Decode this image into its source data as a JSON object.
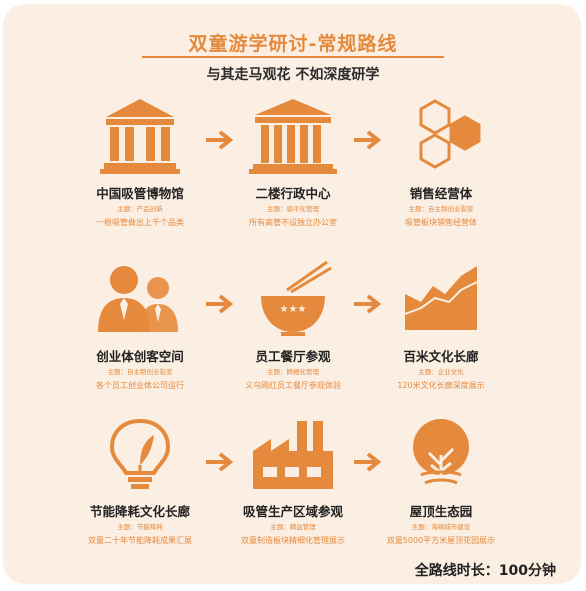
{
  "title": "双童游学研讨-常规路线",
  "subtitle": "与其走马观花 不如深度研学",
  "stations": [
    {
      "name": "中国吸管博物馆",
      "theme": "主题：产品创新",
      "desc": "一根吸管做出上千个品类",
      "icon": "museum-icon"
    },
    {
      "name": "二楼行政中心",
      "theme": "主题：扁平化管理",
      "desc": "所有高管不设独立办公室",
      "icon": "government-building-icon"
    },
    {
      "name": "销售经营体",
      "theme": "主题：自主制创业裂变",
      "desc": "吸管板块销售经营体",
      "icon": "hexagon-cluster-icon"
    },
    {
      "name": "创业体创客空间",
      "theme": "主题：自主制创业裂变",
      "desc": "各个员工创业体公司运行",
      "icon": "business-people-icon"
    },
    {
      "name": "员工餐厅参观",
      "theme": "主题：精细化管理",
      "desc": "义乌网红员工餐厅参观体验",
      "icon": "rice-bowl-chopsticks-icon"
    },
    {
      "name": "百米文化长廊",
      "theme": "主题：企业文化",
      "desc": "120米文化长廊深度展示",
      "icon": "rising-chart-icon"
    },
    {
      "name": "节能降耗文化长廊",
      "theme": "主题：节能降耗",
      "desc": "双童二十年节能降耗成果汇展",
      "icon": "eco-lightbulb-icon"
    },
    {
      "name": "吸管生产区域参观",
      "theme": "主题：精益管理",
      "desc": "双童制造板块精细化管理展示",
      "icon": "factory-icon"
    },
    {
      "name": "屋顶生态园",
      "theme": "主题：海绵城市建设",
      "desc": "双童5000平方米屋顶花园展示",
      "icon": "tree-icon"
    }
  ],
  "duration": "全路线时长：100分钟",
  "colors": {
    "accent": "#e58a3c",
    "background": "#fbeee3",
    "text": "#222222"
  }
}
